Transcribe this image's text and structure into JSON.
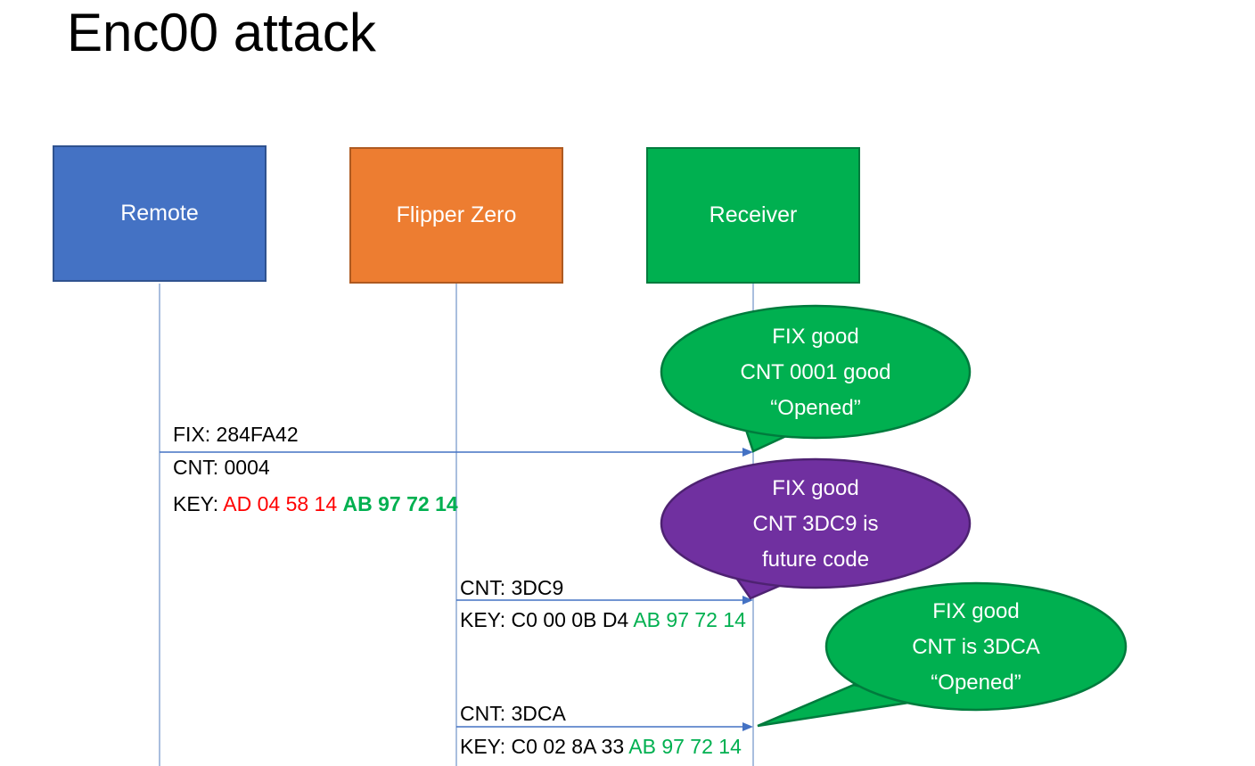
{
  "title": "Enc00 attack",
  "actors": [
    {
      "label": "Remote",
      "color": "#4472C4"
    },
    {
      "label": "Flipper Zero",
      "color": "#ED7D31"
    },
    {
      "label": "Receiver",
      "color": "#00B050"
    }
  ],
  "messages": {
    "m1": {
      "fix": "FIX: 284FA42",
      "cnt": "CNT: 0004",
      "key_label": "KEY: ",
      "key_red": "AD 04 58 14 ",
      "key_green": "AB 97 72 14"
    },
    "m2": {
      "cnt": "CNT: 3DC9",
      "key_label": "KEY: C0 00 0B D4 ",
      "key_green": "AB 97 72 14"
    },
    "m3": {
      "cnt": "CNT: 3DCA",
      "key_label": "KEY: C0 02 8A 33 ",
      "key_green": "AB 97 72 14"
    }
  },
  "callouts": {
    "c1": {
      "color": "#00B050",
      "lines": [
        "FIX good",
        "CNT 0001 good",
        "“Opened”"
      ]
    },
    "c2": {
      "color": "#7030A0",
      "lines": [
        "FIX good",
        "CNT 3DC9 is",
        "future code"
      ]
    },
    "c3": {
      "color": "#00B050",
      "lines": [
        "FIX good",
        "CNT is 3DCA",
        "“Opened”"
      ]
    }
  },
  "palette": {
    "arrow_blue": "#4472C4",
    "key_red": "#FF0000",
    "key_green": "#00B050",
    "purple": "#7030A0"
  }
}
